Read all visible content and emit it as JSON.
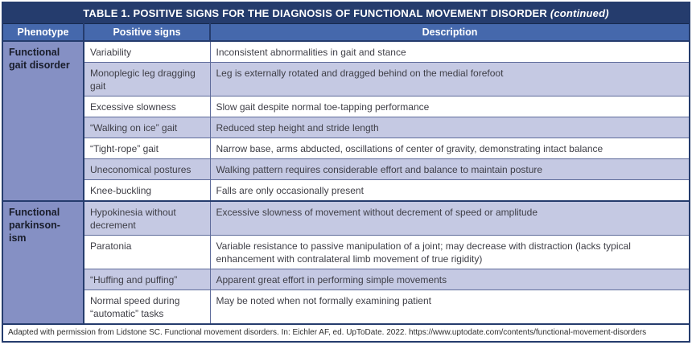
{
  "table": {
    "title": {
      "main": "TABLE 1. POSITIVE SIGNS FOR THE DIAGNOSIS OF FUNCTIONAL MOVEMENT DISORDER",
      "continued": "(continued)"
    },
    "columns": [
      "Phenotype",
      "Positive signs",
      "Description"
    ],
    "sections": [
      {
        "phenotype": "Functional gait disorder",
        "rows": [
          {
            "sign": "Variability",
            "description": "Inconsistent abnormalities in gait and stance"
          },
          {
            "sign": "Monoplegic leg dragging gait",
            "description": "Leg is externally rotated and dragged behind on the medial forefoot"
          },
          {
            "sign": "Excessive slowness",
            "description": "Slow gait despite normal toe-tapping performance"
          },
          {
            "sign": "“Walking on ice” gait",
            "description": "Reduced step height and stride length"
          },
          {
            "sign": "“Tight-rope” gait",
            "description": "Narrow base, arms abducted, oscillations of center of gravity, demonstrating intact balance"
          },
          {
            "sign": "Uneconomical postures",
            "description": "Walking pattern requires considerable effort and balance to maintain posture"
          },
          {
            "sign": "Knee-buckling",
            "description": "Falls are only occasionally present"
          }
        ]
      },
      {
        "phenotype": "Functional parkinson-ism",
        "rows": [
          {
            "sign": "Hypokinesia without decrement",
            "description": "Excessive slowness of movement without decrement of speed or amplitude"
          },
          {
            "sign": "Paratonia",
            "description": "Variable resistance to passive manipulation of a joint; may decrease with distraction (lacks typical enhancement with contralateral limb movement of true rigidity)"
          },
          {
            "sign": "“Huffing and puffing”",
            "description": "Apparent great effort in performing simple movements"
          },
          {
            "sign": "Normal speed during “automatic” tasks",
            "description": "May be noted when not formally examining patient"
          }
        ]
      }
    ],
    "footnote": "Adapted with permission from Lidstone SC. Functional movement disorders. In: Eichler AF, ed. UpToDate. 2022. https://www.uptodate.com/contents/functional-movement-disorders"
  },
  "colors": {
    "title_bar": "#253c6d",
    "header_row": "#4568ac",
    "phenotype_column": "#8590c4",
    "alternate_row": "#c5c9e3",
    "grid_line": "#5f6c9b"
  }
}
